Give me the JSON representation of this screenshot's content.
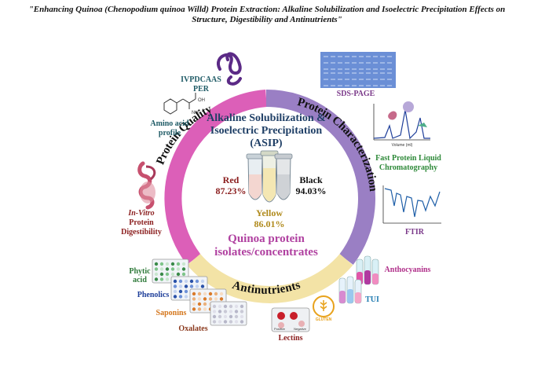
{
  "title": {
    "line1": "\"Enhancing Quinoa (Chenopodium quinoa Willd) Protein Extraction: Alkaline Solubilization and Isoelectric Precipitation Effects on",
    "line2": "Structure, Digestibility and Antinutrients\""
  },
  "center": {
    "heading_line1": "Alkaline Solubilization &",
    "heading_line2": "Isoelectric Precipitation",
    "heading_line3": "(ASIP)",
    "samples": [
      {
        "name": "Red",
        "value": "87.23%",
        "color": "#8b1e1e"
      },
      {
        "name": "Black",
        "value": "94.03%",
        "color": "#111111"
      },
      {
        "name": "Yellow",
        "value": "86.01%",
        "color": "#b08a1c"
      }
    ],
    "subtitle_line1": "Quinoa protein",
    "subtitle_line2": "isolates/concentrates"
  },
  "ring": {
    "segments": [
      {
        "label": "Protein Quality",
        "color": "#dc5fb8"
      },
      {
        "label": "Protein Characterization",
        "color": "#9a7fc4"
      },
      {
        "label": "Antinutrients",
        "color": "#f3e3a6"
      }
    ]
  },
  "quality": {
    "ivpdcaas": "IVPDCAAS",
    "per": "PER",
    "amino_line1": "Amino acid",
    "amino_line2": "profile",
    "digest_line1": "In-Vitro",
    "digest_line2": "Protein",
    "digest_line3": "Digestibility"
  },
  "characterization": {
    "sds_page": "SDS-PAGE",
    "fplc_line1": "Fast Protein Liquid",
    "fplc_line2": "Chromatography",
    "ftir": "FTIR",
    "fplc_xaxis": "Volume (ml)"
  },
  "antinutrients": {
    "phytic_line1": "Phytic",
    "phytic_line2": "acid",
    "phenolics": "Phenolics",
    "saponins": "Saponins",
    "oxalates": "Oxalates",
    "lectins": "Lectins",
    "anthocyanins": "Anthocyanins",
    "tui": "TUI",
    "gluten": "GLUTEN",
    "lectin_plate_left": "Positive",
    "lectin_plate_right": "Negative"
  },
  "colors": {
    "quality_label": "#1f5b66",
    "digest_label": "#8b1e1e",
    "sds_label": "#7b3a8a",
    "fplc_label": "#2f8a3a",
    "ftir_label": "#7b3a8a",
    "phytic_label": "#2f7a3a",
    "phenolics_label": "#1f3f9a",
    "saponins_label": "#d4761c",
    "oxalates_label": "#8b3a1e",
    "lectins_label": "#8b1e1e",
    "anthocyanins_label": "#b0308a",
    "tui_label": "#1f7ab0",
    "subtitle_color": "#b040a0",
    "heading_color": "#1f3f66"
  }
}
